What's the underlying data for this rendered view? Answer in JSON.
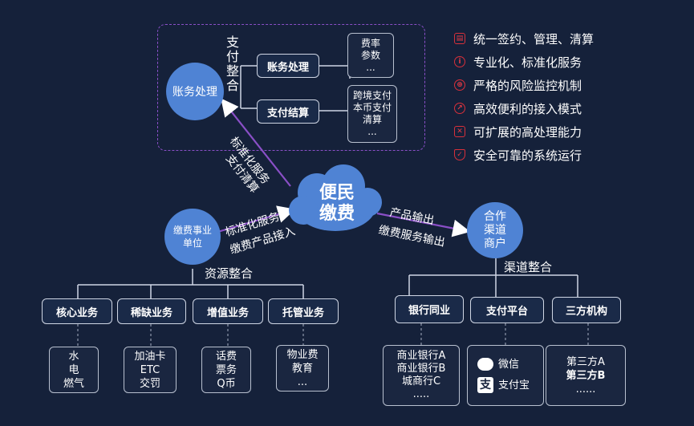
{
  "legend": [
    {
      "icon": "contract-icon",
      "text": "统一签约、管理、清算"
    },
    {
      "icon": "info-icon",
      "text": "专业化、标准化服务"
    },
    {
      "icon": "shield-monitor-icon",
      "text": "严格的风险监控机制"
    },
    {
      "icon": "rocket-icon",
      "text": "高效便利的接入模式"
    },
    {
      "icon": "expand-icon",
      "text": "可扩展的高处理能力"
    },
    {
      "icon": "security-shield-icon",
      "text": "安全可靠的系统运行"
    }
  ],
  "center": {
    "line1": "便民",
    "line2": "缴费"
  },
  "accounting": {
    "label": "账务处理"
  },
  "pay_integration": {
    "chars": [
      "支",
      "付",
      "整",
      "合"
    ]
  },
  "accounting_box": {
    "label": "账务处理",
    "details": [
      "费率",
      "参数",
      "..."
    ]
  },
  "settlement_box": {
    "label": "支付结算",
    "details": [
      "跨境支付",
      "本币支付",
      "清算",
      "..."
    ]
  },
  "arrow_top": {
    "line1": "标准化服务",
    "line2": "支付清算"
  },
  "arrow_left": {
    "line1": "标准化服务",
    "line2": "缴费产品接入"
  },
  "arrow_right": {
    "line1": "产品输出",
    "line2": "缴费服务输出"
  },
  "fee_unit": {
    "line1": "缴费事业",
    "line2": "单位"
  },
  "partner": {
    "line1": "合作",
    "line2": "渠道",
    "line3": "商户"
  },
  "resource_integration": "资源整合",
  "channel_integration": "渠道整合",
  "resources": [
    {
      "label": "核心业务",
      "items": [
        "水",
        "电",
        "燃气"
      ]
    },
    {
      "label": "稀缺业务",
      "items": [
        "加油卡",
        "ETC",
        "交罚"
      ]
    },
    {
      "label": "增值业务",
      "items": [
        "话费",
        "票务",
        "Q币"
      ]
    },
    {
      "label": "托管业务",
      "items": [
        "物业费",
        "教育",
        "..."
      ]
    }
  ],
  "channels": [
    {
      "label": "银行同业",
      "items": [
        "商业银行A",
        "商业银行B",
        "城商行C",
        "....."
      ]
    },
    {
      "label": "支付平台",
      "items": [
        "微信",
        "支付宝"
      ]
    },
    {
      "label": "三方机构",
      "items": [
        "第三方A",
        "第三方B",
        "......"
      ]
    }
  ],
  "colors": {
    "background": "#15213a",
    "node": "#4f83d4",
    "accent_purple": "#8a4fc7",
    "legend_red": "#d9303a"
  }
}
